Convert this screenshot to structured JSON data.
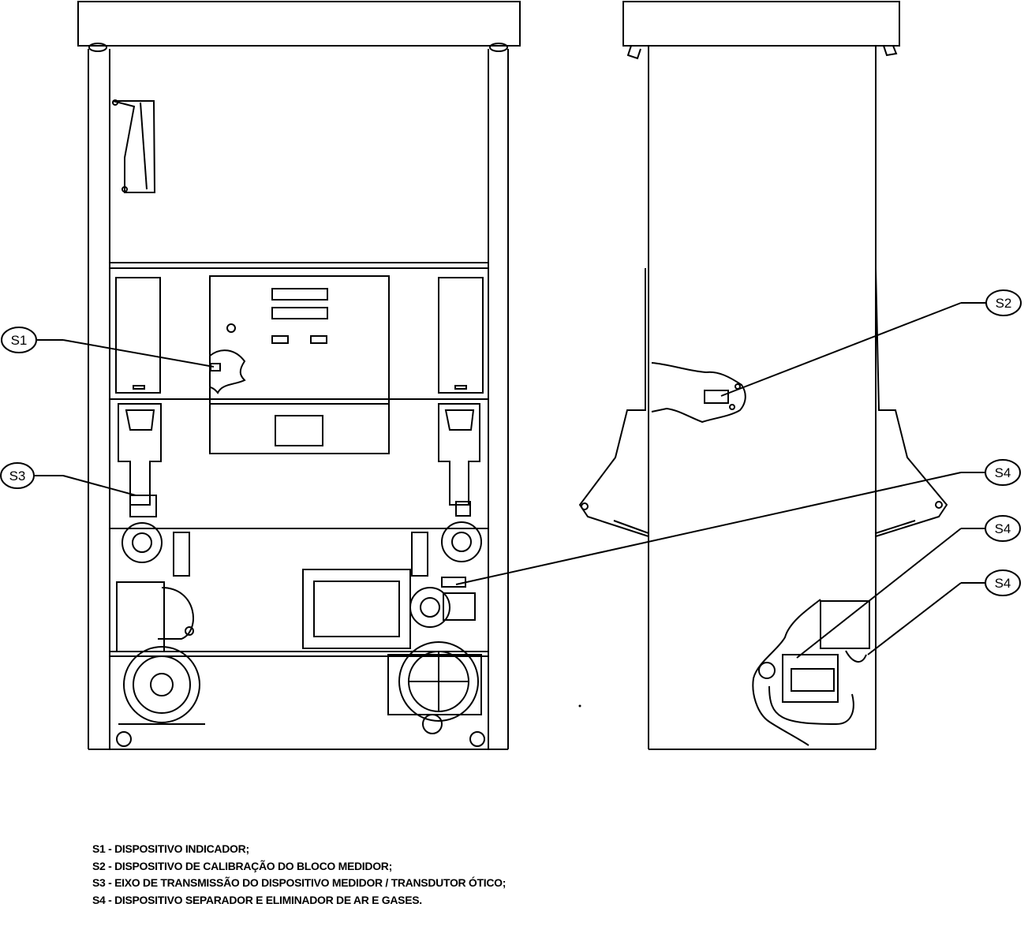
{
  "callouts": {
    "s1": "S1",
    "s2": "S2",
    "s3": "S3",
    "s4_top": "S4",
    "s4_mid": "S4",
    "s4_bottom": "S4"
  },
  "legend": [
    "S1 - DISPOSITIVO INDICADOR;",
    "S2 - DISPOSITIVO DE CALIBRAÇÃO DO BLOCO MEDIDOR;",
    "S3 - EIXO DE TRANSMISSÃO DO DISPOSITIVO MEDIDOR / TRANSDUTOR ÓTICO;",
    "S4 - DISPOSITIVO SEPARADOR E ELIMINADOR DE AR E GASES."
  ]
}
